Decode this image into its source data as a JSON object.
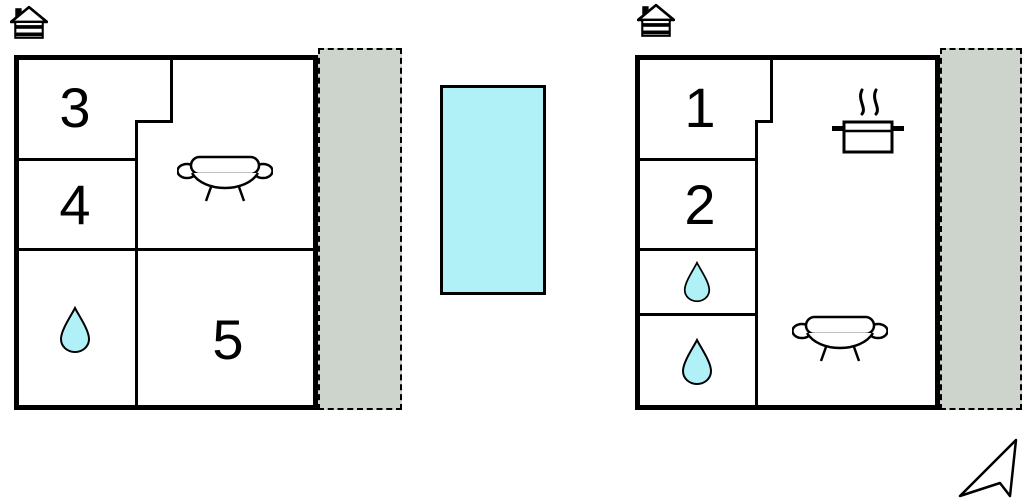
{
  "plan": {
    "left_unit": {
      "rooms": [
        {
          "label": "3"
        },
        {
          "label": "4"
        },
        {
          "label": "5"
        }
      ]
    },
    "right_unit": {
      "rooms": [
        {
          "label": "1"
        },
        {
          "label": "2"
        }
      ]
    }
  },
  "colors": {
    "wall": "#000000",
    "terrace_fill": "#ccd4cc",
    "pool_fill": "#b0f1f8",
    "water_drop_fill": "#b0f1f8",
    "outline": "#000000",
    "background": "#ffffff"
  },
  "icons": {
    "house": "house-icon",
    "sofa": "sofa-icon",
    "pot": "cooking-pot-icon",
    "steam": "steam-icon",
    "drop": "water-drop-icon",
    "north_arrow": "north-arrow-icon",
    "pool": "swimming-pool"
  }
}
